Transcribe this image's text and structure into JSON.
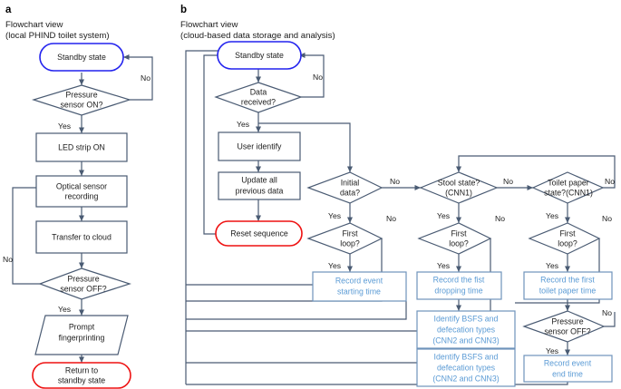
{
  "panels": [
    {
      "letter": "a",
      "caption_line1": "Flowchart view",
      "caption_line2": "(local PHIND toilet system)",
      "nodes": [
        {
          "id": "a-standby",
          "label": "Standby state",
          "shape": "terminator",
          "color": "blue"
        },
        {
          "id": "a-pressure-on",
          "label": "Pressure\nsensor ON?",
          "shape": "decision",
          "color": "slate"
        },
        {
          "id": "a-led",
          "label": "LED strip ON",
          "shape": "process",
          "color": "slate"
        },
        {
          "id": "a-optical",
          "label": "Optical sensor\nrecording",
          "shape": "process",
          "color": "slate"
        },
        {
          "id": "a-transfer",
          "label": "Transfer to cloud",
          "shape": "process",
          "color": "slate"
        },
        {
          "id": "a-pressure-off",
          "label": "Pressure\nsensor OFF?",
          "shape": "decision",
          "color": "slate"
        },
        {
          "id": "a-prompt",
          "label": "Prompt\nfingerprinting",
          "shape": "parallelogram",
          "color": "slate"
        },
        {
          "id": "a-return",
          "label": "Return to\nstandby state",
          "shape": "terminator",
          "color": "red"
        }
      ],
      "edge_labels": [
        {
          "id": "a-no-1",
          "text": "No"
        },
        {
          "id": "a-yes-1",
          "text": "Yes"
        },
        {
          "id": "a-no-2",
          "text": "No"
        },
        {
          "id": "a-yes-2",
          "text": "Yes"
        }
      ]
    },
    {
      "letter": "b",
      "caption_line1": "Flowchart view",
      "caption_line2": "(cloud-based data storage and analysis)",
      "nodes": [
        {
          "id": "b-standby",
          "label": "Standby state",
          "shape": "terminator",
          "color": "blue"
        },
        {
          "id": "b-data-recv",
          "label": "Data\nreceived?",
          "shape": "decision",
          "color": "slate"
        },
        {
          "id": "b-user-identify",
          "label": "User identify",
          "shape": "process",
          "color": "slate"
        },
        {
          "id": "b-update",
          "label": "Update all\nprevious data",
          "shape": "process",
          "color": "slate"
        },
        {
          "id": "b-reset",
          "label": "Reset sequence",
          "shape": "terminator",
          "color": "red"
        },
        {
          "id": "b-initial",
          "label": "Initial\ndata?",
          "shape": "decision",
          "color": "slate"
        },
        {
          "id": "b-stool",
          "label": "Stool state?\n(CNN1)",
          "shape": "decision",
          "color": "slate"
        },
        {
          "id": "b-paper",
          "label": "Toilet paper\nstate?(CNN1)",
          "shape": "decision",
          "color": "slate"
        },
        {
          "id": "b-loop1",
          "label": "First\nloop?",
          "shape": "decision",
          "color": "slate"
        },
        {
          "id": "b-loop2",
          "label": "First\nloop?",
          "shape": "decision",
          "color": "slate"
        },
        {
          "id": "b-loop3",
          "label": "First\nloop?",
          "shape": "decision",
          "color": "slate"
        },
        {
          "id": "b-rec-start",
          "label": "Record event\nstarting time",
          "shape": "process",
          "color": "lightblue"
        },
        {
          "id": "b-rec-drop",
          "label": "Record the fist\ndropping time",
          "shape": "process",
          "color": "lightblue"
        },
        {
          "id": "b-rec-paper",
          "label": "Record the first\ntoilet paper time",
          "shape": "process",
          "color": "lightblue"
        },
        {
          "id": "b-bsfs1",
          "label": "Identify BSFS and\ndefecation types\n(CNN2 and CNN3)",
          "shape": "process",
          "color": "lightblue"
        },
        {
          "id": "b-bsfs2",
          "label": "Identify BSFS and\ndefecation types\n(CNN2 and CNN3)",
          "shape": "process",
          "color": "lightblue"
        },
        {
          "id": "b-pressure-off",
          "label": "Pressure\nsensor OFF?",
          "shape": "decision",
          "color": "slate"
        },
        {
          "id": "b-rec-end",
          "label": "Record event\nend time",
          "shape": "process",
          "color": "lightblue"
        }
      ],
      "edge_labels": [
        {
          "id": "b-no-recv",
          "text": "No"
        },
        {
          "id": "b-yes-recv",
          "text": "Yes"
        },
        {
          "id": "b-no-initial",
          "text": "No"
        },
        {
          "id": "b-yes-initial",
          "text": "Yes"
        },
        {
          "id": "b-no-stool",
          "text": "No"
        },
        {
          "id": "b-yes-stool",
          "text": "Yes"
        },
        {
          "id": "b-no-paper",
          "text": "No"
        },
        {
          "id": "b-yes-paper",
          "text": "Yes"
        },
        {
          "id": "b-no-loop1",
          "text": "No"
        },
        {
          "id": "b-yes-loop1",
          "text": "Yes"
        },
        {
          "id": "b-no-loop2",
          "text": "No"
        },
        {
          "id": "b-yes-loop2",
          "text": "Yes"
        },
        {
          "id": "b-no-loop3",
          "text": "No"
        },
        {
          "id": "b-yes-loop3",
          "text": "Yes"
        },
        {
          "id": "b-no-poff",
          "text": "No"
        },
        {
          "id": "b-yes-poff",
          "text": "Yes"
        }
      ]
    }
  ],
  "colors": {
    "blue_terminator": "#2222ee",
    "red_terminator": "#ee1111",
    "slate_stroke": "#4a5b73",
    "light_blue_text": "#5b9bd5",
    "light_blue_stroke": "#6f93bb",
    "text": "#1c1c1c"
  }
}
